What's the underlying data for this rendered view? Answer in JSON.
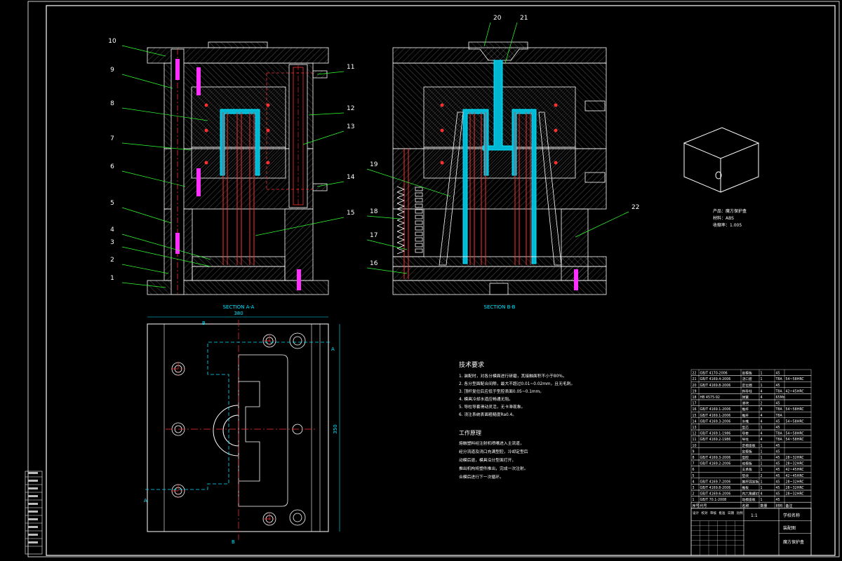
{
  "section_labels": {
    "a": "SECTION A-A",
    "b": "SECTION B-B"
  },
  "plan_marks": {
    "width": "380",
    "height": "350",
    "cut_a_top": "A",
    "cut_a_bottom": "A",
    "cut_b_top": "B",
    "cut_b_bottom": "B"
  },
  "part_numbers": [
    "1",
    "2",
    "3",
    "4",
    "5",
    "6",
    "7",
    "8",
    "9",
    "10",
    "11",
    "12",
    "13",
    "14",
    "15",
    "16",
    "17",
    "18",
    "19",
    "20",
    "21",
    "22"
  ],
  "product": {
    "name": "产品：魔方保护盒",
    "material": "材料：ABS",
    "shrink": "收缩率：1.005"
  },
  "notes": {
    "tech_title": "技术要求",
    "tech_lines": [
      "1. 装配时，对各分模面进行研磨，其接触面积不小于80%。",
      "2. 各分型面配合间隙，最大不超过0.01~0.02mm，且无毛刺。",
      "3. 顶杆复位后应低于型腔表面0.05~0.1mm。",
      "4. 模具冷却水道应畅通无阻。",
      "5. 导柱导套滑动灵活，无卡滞现象。",
      "6. 浇注系统表面粗糙度Ra0.4。"
    ],
    "work_title": "工作原理",
    "work_lines": [
      "熔融塑料经注射机喷嘴进入主流道，",
      "经分流道及浇口充满型腔，冷却定型后",
      "动模后退，模具沿分型面打开，",
      "推出机构将塑件推出，完成一次注射。",
      "合模后进行下一次循环。"
    ]
  },
  "bom": {
    "rows": [
      {
        "no": "22",
        "std": "GB/T 4170-2006",
        "name": "定模板",
        "qty": "1",
        "mat": "45",
        "remark": ""
      },
      {
        "no": "21",
        "std": "GB/T 4169.4-2006",
        "name": "浇口套",
        "qty": "1",
        "mat": "T8A",
        "remark": "54~58HRC"
      },
      {
        "no": "20",
        "std": "GB/T 4169.8-2006",
        "name": "定位圈",
        "qty": "1",
        "mat": "45",
        "remark": ""
      },
      {
        "no": "19",
        "std": "",
        "name": "斜导柱",
        "qty": "4",
        "mat": "T8A",
        "remark": "42~45HRC"
      },
      {
        "no": "18",
        "std": "HB 4575-92",
        "name": "弹簧",
        "qty": "4",
        "mat": "65Mn",
        "remark": ""
      },
      {
        "no": "17",
        "std": "",
        "name": "滑块",
        "qty": "2",
        "mat": "45",
        "remark": ""
      },
      {
        "no": "16",
        "std": "GB/T 4169.1-2006",
        "name": "推杆",
        "qty": "8",
        "mat": "T8A",
        "remark": "54~58HRC"
      },
      {
        "no": "15",
        "std": "GB/T 4169.1-2006",
        "name": "推杆",
        "qty": "4",
        "mat": "T8A",
        "remark": ""
      },
      {
        "no": "14",
        "std": "GB/T 4169.3-2006",
        "name": "水嘴",
        "qty": "4",
        "mat": "45",
        "remark": "54~58HRC"
      },
      {
        "no": "13",
        "std": "",
        "name": "型芯",
        "qty": "1",
        "mat": "45",
        "remark": ""
      },
      {
        "no": "12",
        "std": "GB/T 4169.1-1986",
        "name": "导套",
        "qty": "4",
        "mat": "T8A",
        "remark": "54~58HRC"
      },
      {
        "no": "11",
        "std": "GB/T 4169.2-1986",
        "name": "导柱",
        "qty": "4",
        "mat": "T8A",
        "remark": "54~58HRC"
      },
      {
        "no": "10",
        "std": "",
        "name": "定模座板",
        "qty": "1",
        "mat": "45",
        "remark": ""
      },
      {
        "no": "9",
        "std": "",
        "name": "定模板",
        "qty": "1",
        "mat": "45",
        "remark": ""
      },
      {
        "no": "8",
        "std": "GB/T 4169.3-2006",
        "name": "型腔",
        "qty": "1",
        "mat": "45",
        "remark": "28~32HRC"
      },
      {
        "no": "7",
        "std": "GB/T 4169.2-2006",
        "name": "动模板",
        "qty": "1",
        "mat": "45",
        "remark": "28~32HRC"
      },
      {
        "no": "6",
        "std": "",
        "name": "支承板",
        "qty": "1",
        "mat": "45",
        "remark": "42~45HRC"
      },
      {
        "no": "5",
        "std": "",
        "name": "垫块",
        "qty": "2",
        "mat": "45",
        "remark": "42~45HRC"
      },
      {
        "no": "4",
        "std": "GB/T 4169.7-2006",
        "name": "推杆固定板",
        "qty": "1",
        "mat": "45",
        "remark": "28~32HRC"
      },
      {
        "no": "3",
        "std": "GB/T 4169.8-2006",
        "name": "推板",
        "qty": "1",
        "mat": "45",
        "remark": "28~32HRC"
      },
      {
        "no": "2",
        "std": "GB/T 4169.6-2006",
        "name": "内六角螺钉",
        "qty": "4",
        "mat": "45",
        "remark": "28~32HRC"
      },
      {
        "no": "1",
        "std": "GB/T 70.1-2008",
        "name": "动模座板",
        "qty": "1",
        "mat": "45",
        "remark": ""
      }
    ],
    "header": [
      "序号",
      "代号",
      "名称",
      "数量",
      "材料",
      "备注"
    ]
  },
  "title_block": {
    "school": "学校名称",
    "drawing": "装配图",
    "part": "魔方保护盒",
    "scale": "1:1",
    "side_labels": [
      "设计",
      "校对",
      "审核",
      "批准",
      "日期",
      "比例"
    ]
  },
  "colors": {
    "line": "#ffffff",
    "hatch": "#8a8a8a",
    "red": "#ff3030",
    "magenta": "#ff30ff",
    "cyan": "#00e5ff",
    "green": "#30ff30"
  }
}
